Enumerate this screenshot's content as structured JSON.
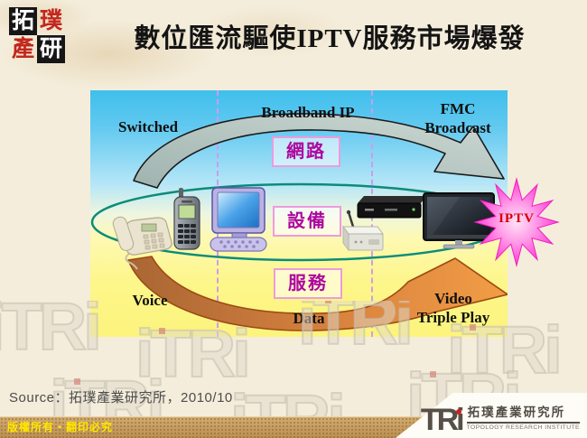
{
  "slide_title": "數位匯流驅使IPTV服務市場爆發",
  "corner_seal": {
    "chars": [
      "拓",
      "璞",
      "產",
      "研"
    ]
  },
  "diagram": {
    "top_row": {
      "left": "Switched",
      "center": "Broadband IP",
      "right_line1": "FMC",
      "right_line2": "Broadcast"
    },
    "layer_labels": {
      "network": "網路",
      "equipment": "設備",
      "service": "服務"
    },
    "bottom_row": {
      "left": "Voice",
      "center": "Data",
      "right_line1": "Video",
      "right_line2": "Triple Play"
    },
    "burst": {
      "label": "IPTV"
    },
    "device_icons": [
      "corded-phone-icon",
      "mobile-phone-icon",
      "desktop-computer-icon",
      "set-top-box-icon",
      "wireless-router-icon",
      "flat-screen-tv-icon"
    ],
    "colors": {
      "sky_top": "#3fbfec",
      "yellow_bottom": "#fcf47c",
      "ellipse_stroke": "#0a8c7a",
      "dashed_line": "#cf9bf0",
      "layer_label_text": "#ae08a0",
      "layer_label_border": "#ef9ade",
      "arrow_gray": "#b7c7c3",
      "arrow_orange": "#e08a3c",
      "burst_pink": "#ff3fd4",
      "burst_text": "#d40000"
    }
  },
  "source_note": "Source：拓璞產業研究所，2010/10",
  "footer": {
    "copyright": "版權所有‧翻印必究",
    "logo_acronym": {
      "tr": "TR",
      "i": "i"
    },
    "org_name_zh": "拓璞產業研究所",
    "org_name_en": "TOPOLOGY RESEARCH INSTITUTE"
  },
  "watermark_text": "iTRi"
}
